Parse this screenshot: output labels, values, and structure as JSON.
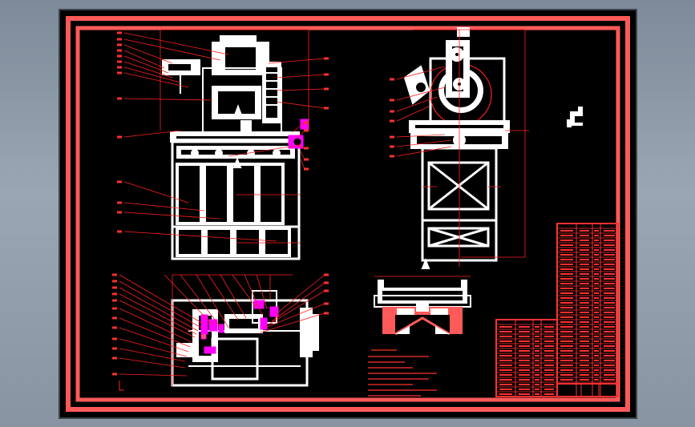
{
  "viewer": {
    "background_color": "#8e9aa7"
  },
  "drawing": {
    "border_color": "#ff5a5a",
    "part_color": "#ffffff",
    "leader_color": "#ff2020",
    "highlight_color": "#ff00ff",
    "dimension_color": "#ff3030"
  },
  "icons": {
    "front_view": "machine-front-elevation",
    "side_view": "machine-side-elevation",
    "plan_view": "gearbox-plan-section",
    "section_view": "slide-rail-section",
    "detail_view": "small-part-detail"
  }
}
